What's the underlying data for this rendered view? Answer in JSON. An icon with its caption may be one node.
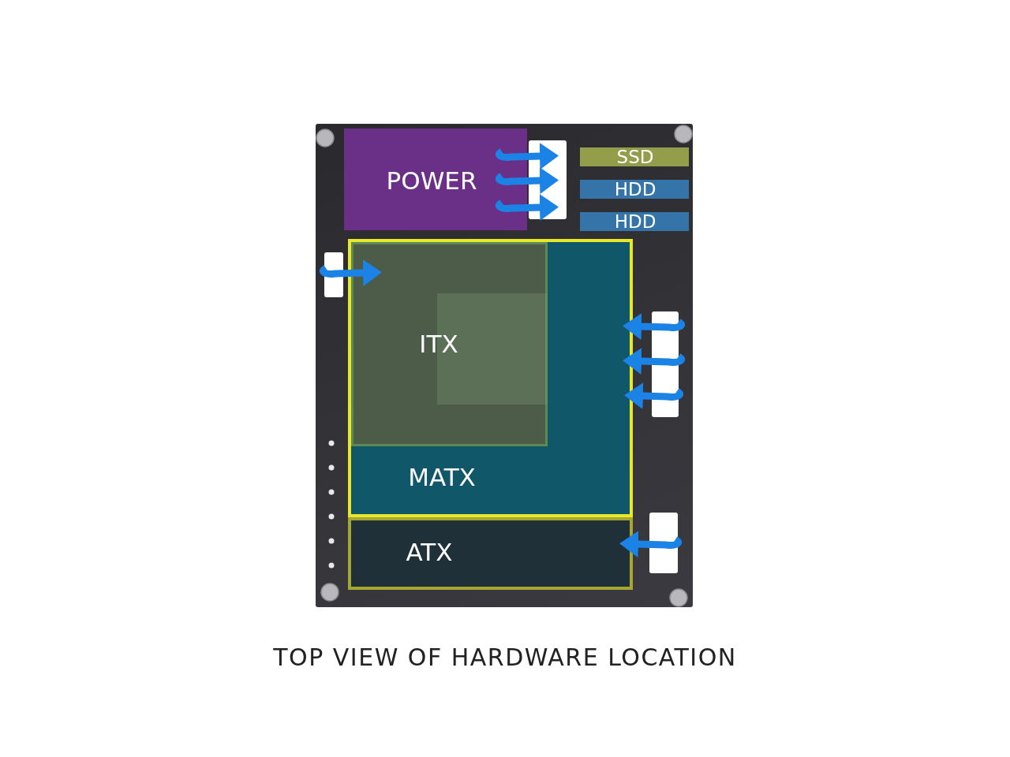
{
  "diagram": {
    "caption": "TOP VIEW OF HARDWARE LOCATION",
    "nodes": [
      {
        "text": [],
        "shape": "box"
      },
      {
        "text": [
          "POWER"
        ],
        "in": 0
      },
      {
        "text": [
          "SSD"
        ],
        "in": 0
      },
      {
        "text": [
          "HDD"
        ],
        "in": 0
      },
      {
        "text": [
          "HDD"
        ],
        "in": 0
      },
      {
        "text": [
          "MATX"
        ],
        "in": 0
      },
      {
        "text": [
          "ITX"
        ],
        "in": 5
      },
      {
        "text": [
          "ATX"
        ],
        "in": 0
      },
      {
        "text": [],
        "shape": "box",
        "in": 0
      },
      {
        "text": [],
        "shape": "box",
        "in": 0
      },
      {
        "text": [],
        "shape": "box",
        "in": 0
      },
      {
        "text": [],
        "shape": "box",
        "in": 0
      }
    ],
    "edges": [
      {
        "from": 1,
        "to": 8,
        "arrow": "to"
      },
      {
        "from": 1,
        "to": 8,
        "arrow": "to"
      },
      {
        "from": 1,
        "to": 8,
        "arrow": "to"
      },
      {
        "from": 9,
        "to": 6,
        "arrow": "to"
      },
      {
        "from": 10,
        "to": 5,
        "arrow": "to"
      },
      {
        "from": 10,
        "to": 5,
        "arrow": "to"
      },
      {
        "from": 10,
        "to": 5,
        "arrow": "to"
      },
      {
        "from": 11,
        "to": 7,
        "arrow": "to"
      }
    ]
  }
}
